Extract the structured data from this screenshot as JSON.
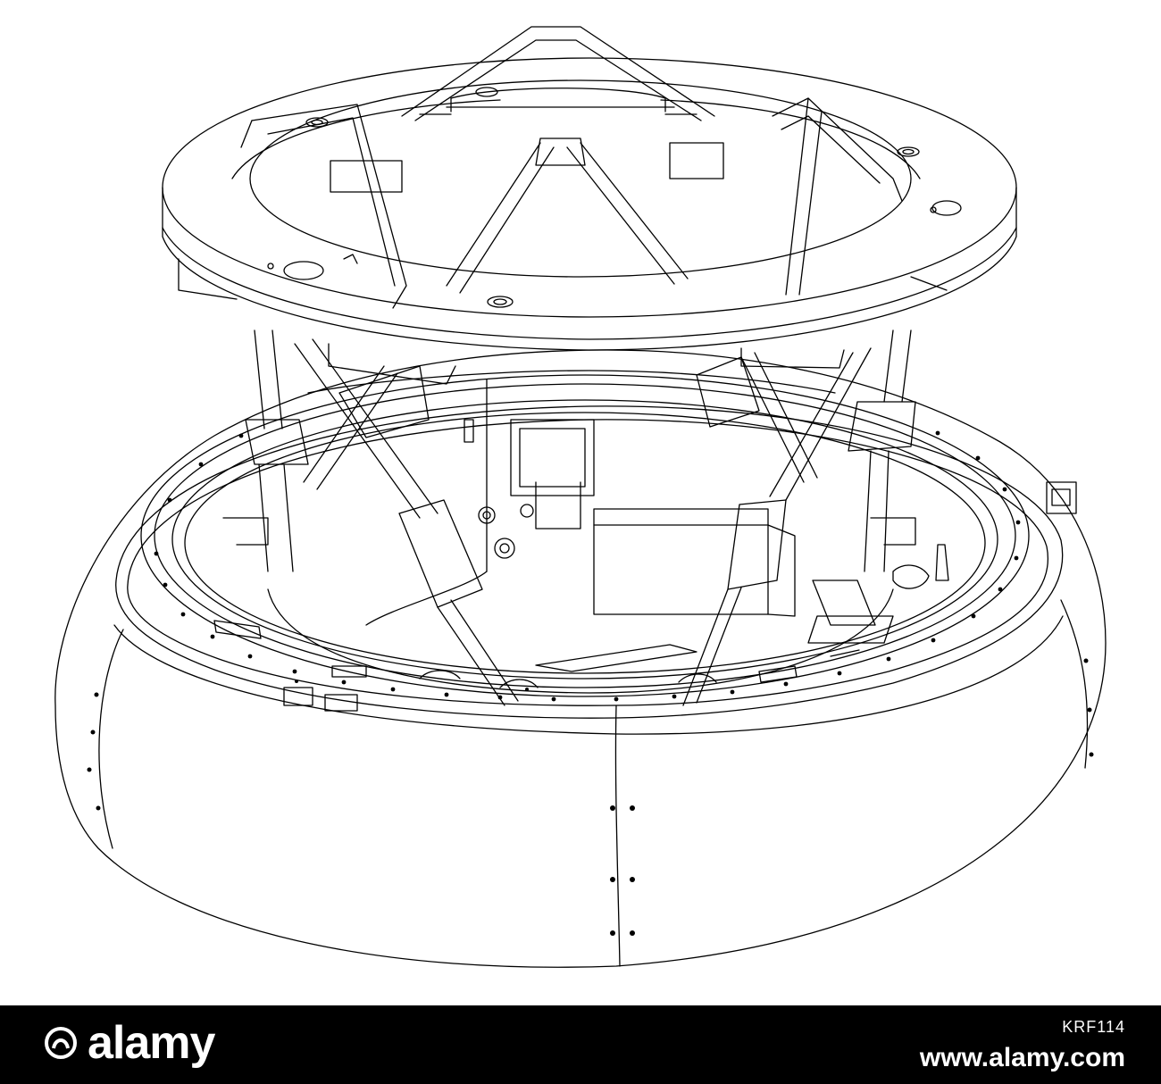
{
  "watermark": {
    "brand": "alamy",
    "image_id": "KRF114",
    "domain": "www.alamy.com",
    "brand_icon": "alamy-logo-mark"
  },
  "drawing": {
    "subject": "docking-mechanism-line-drawing",
    "stroke_color": "#000000",
    "background_color": "#ffffff"
  }
}
